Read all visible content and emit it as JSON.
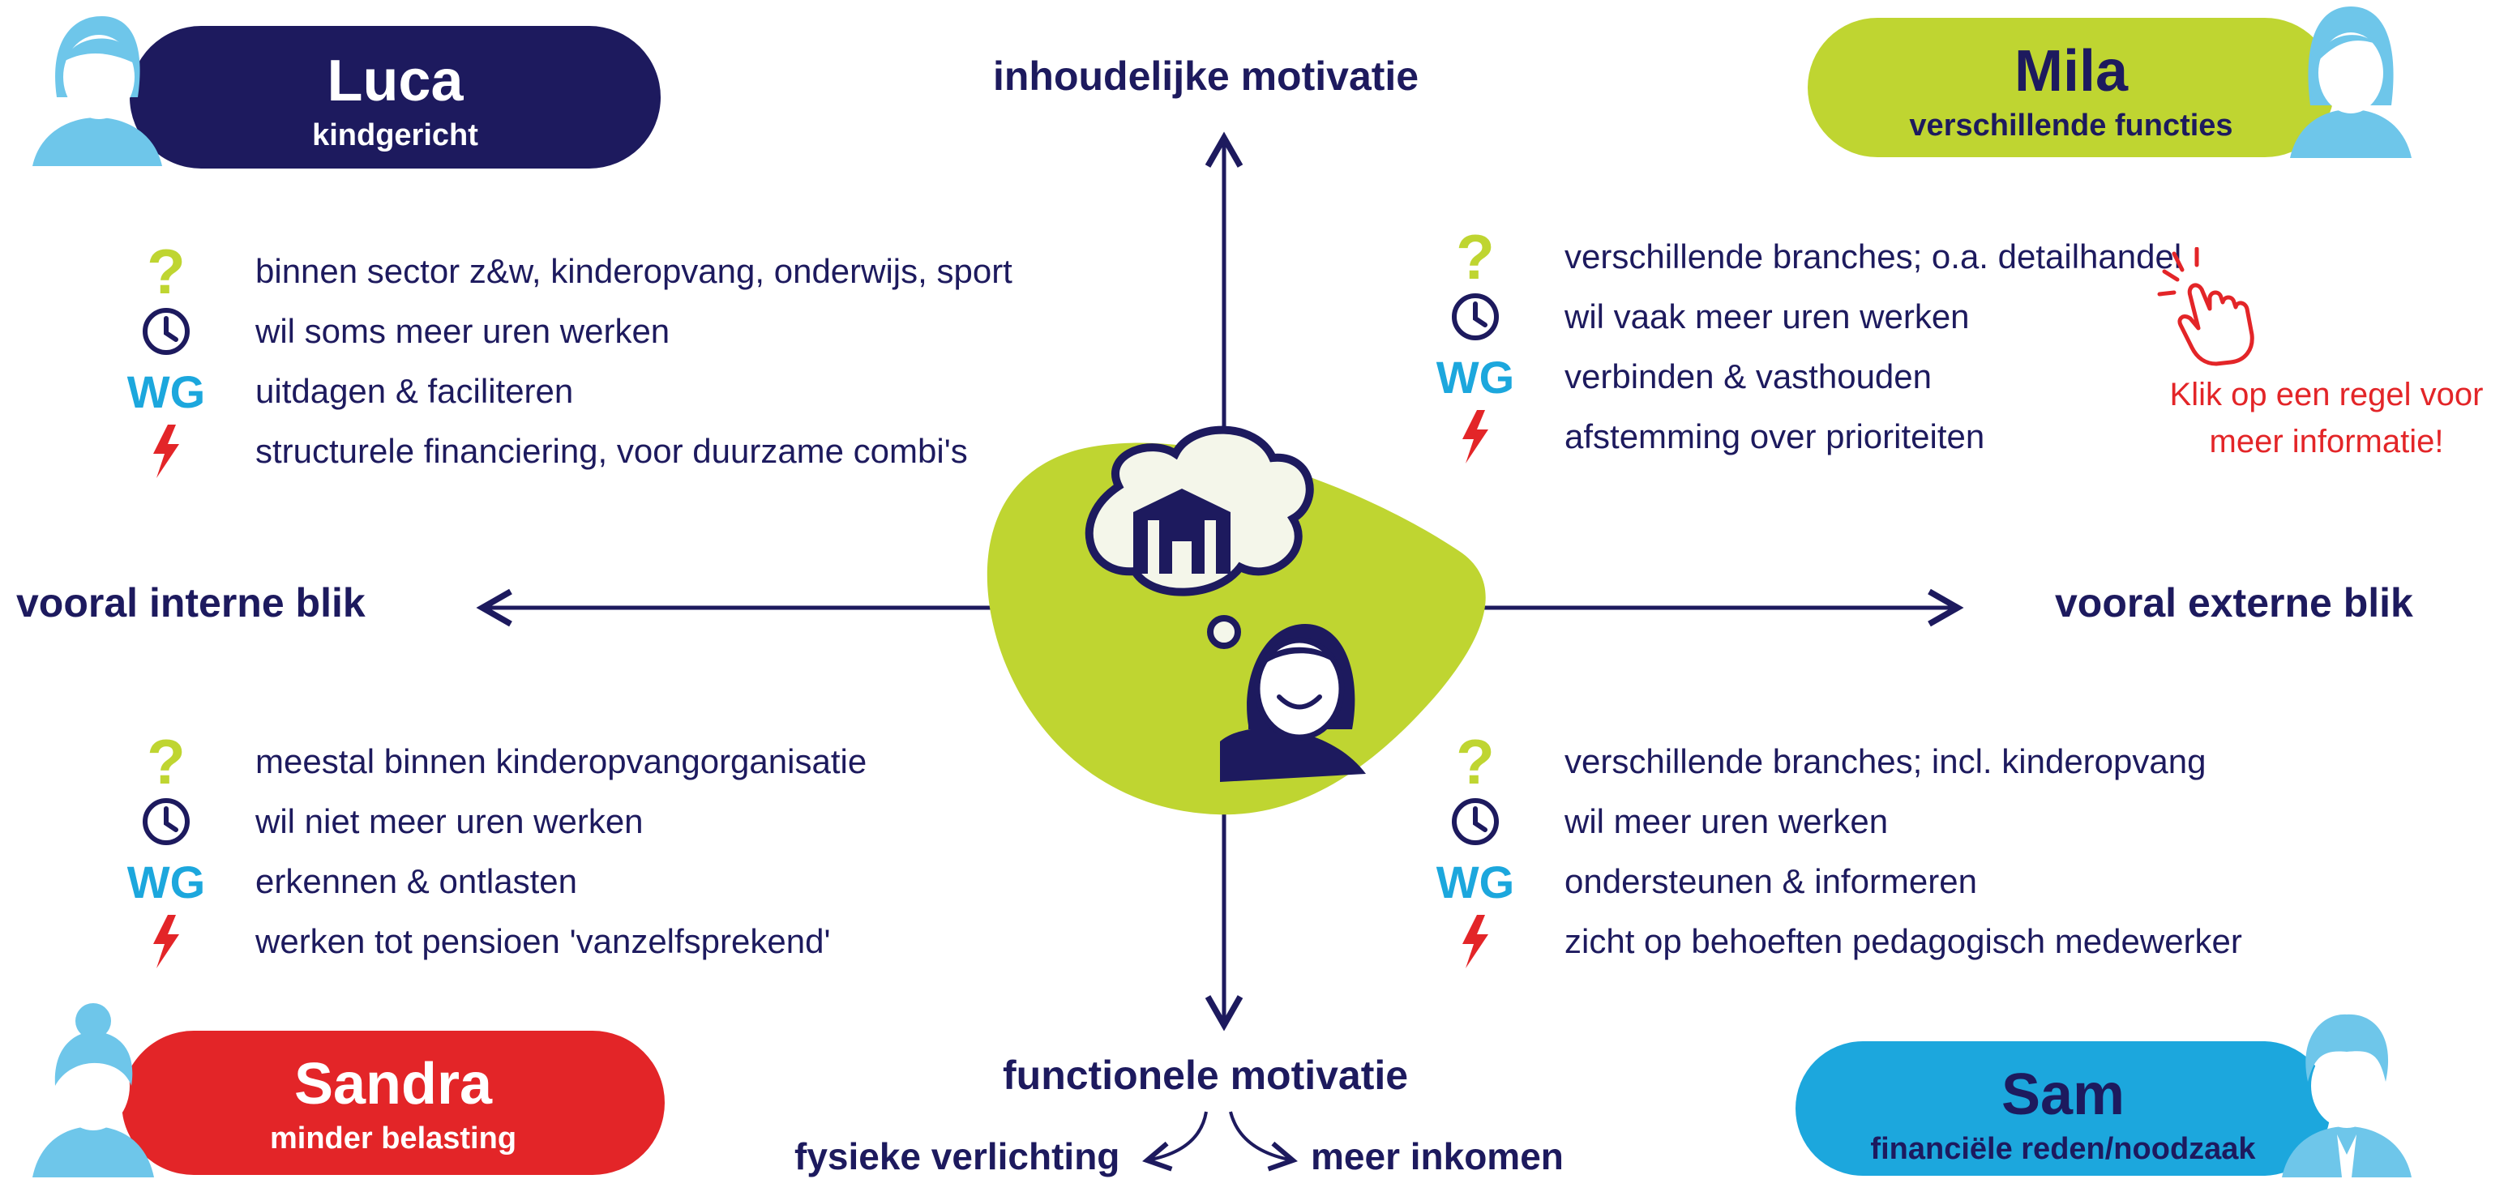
{
  "axes": {
    "top": "inhoudelijke motivatie",
    "bottom": "functionele motivatie",
    "left": "vooral interne blik",
    "right": "vooral externe blik",
    "bottom_left_branch": "fysieke verlichting",
    "bottom_right_branch": "meer inkomen"
  },
  "personas": {
    "luca": {
      "name": "Luca",
      "subtitle": "kindgericht",
      "color": "#1d1a5e"
    },
    "mila": {
      "name": "Mila",
      "subtitle": "verschillende functies",
      "color": "#bfd531"
    },
    "sandra": {
      "name": "Sandra",
      "subtitle": "minder belasting",
      "color": "#e32528"
    },
    "sam": {
      "name": "Sam",
      "subtitle": "financiële reden/noodzaak",
      "color": "#1ca7dd"
    }
  },
  "icon_labels": {
    "question": "?",
    "employer": "WG"
  },
  "quadrants": {
    "top_left": {
      "question": "binnen sector z&w, kinderopvang, onderwijs, sport",
      "hours": "wil soms meer uren werken",
      "employer": "uitdagen & faciliteren",
      "risk": "structurele financiering, voor duurzame combi's"
    },
    "top_right": {
      "question": "verschillende branches; o.a. detailhandel",
      "hours": "wil vaak meer uren werken",
      "employer": "verbinden & vasthouden",
      "risk": "afstemming over prioriteiten"
    },
    "bottom_left": {
      "question": "meestal binnen kinderopvangorganisatie",
      "hours": "wil niet meer uren werken",
      "employer": "erkennen & ontlasten",
      "risk": "werken tot pensioen 'vanzelfsprekend'"
    },
    "bottom_right": {
      "question": "verschillende branches; incl. kinderopvang",
      "hours": "wil meer uren werken",
      "employer": "ondersteunen & informeren",
      "risk": "zicht op behoeften pedagogisch medewerker"
    }
  },
  "hint": {
    "line1": "Klik op een regel voor",
    "line2": "meer informatie!"
  },
  "colors": {
    "navy": "#1d1a5e",
    "lime": "#bfd531",
    "red": "#e32528",
    "blue": "#1ca7dd",
    "light_blue": "#6ec6ea"
  },
  "icons": [
    "question-icon",
    "clock-icon",
    "wg-icon",
    "lightning-icon",
    "pointing-hand-icon",
    "house-icon",
    "thought-cloud-icon",
    "avatar-icon"
  ]
}
